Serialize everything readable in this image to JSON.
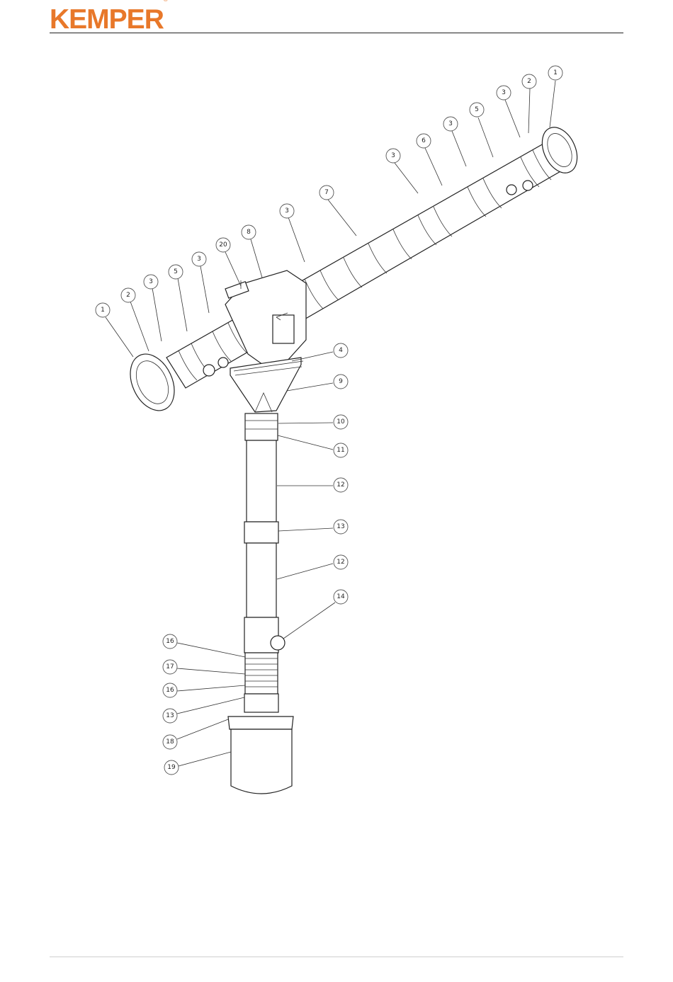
{
  "header": {
    "brand": "KEMPER",
    "registered_mark": "®"
  },
  "diagram": {
    "callouts": [
      {
        "id": "c1",
        "label": "1"
      },
      {
        "id": "c2",
        "label": "2"
      },
      {
        "id": "c3",
        "label": "3"
      },
      {
        "id": "c4",
        "label": "5"
      },
      {
        "id": "c5",
        "label": "3"
      },
      {
        "id": "c6",
        "label": "20"
      },
      {
        "id": "c7",
        "label": "8"
      },
      {
        "id": "c8",
        "label": "3"
      },
      {
        "id": "c9",
        "label": "7"
      },
      {
        "id": "c10",
        "label": "3"
      },
      {
        "id": "c11",
        "label": "6"
      },
      {
        "id": "c12",
        "label": "3"
      },
      {
        "id": "c13",
        "label": "5"
      },
      {
        "id": "c14",
        "label": "3"
      },
      {
        "id": "c15",
        "label": "2"
      },
      {
        "id": "c16",
        "label": "1"
      },
      {
        "id": "c17",
        "label": "4"
      },
      {
        "id": "c18",
        "label": "9"
      },
      {
        "id": "c19",
        "label": "10"
      },
      {
        "id": "c20",
        "label": "11"
      },
      {
        "id": "c21",
        "label": "12"
      },
      {
        "id": "c22",
        "label": "13"
      },
      {
        "id": "c23",
        "label": "12"
      },
      {
        "id": "c24",
        "label": "14"
      },
      {
        "id": "c25",
        "label": "16"
      },
      {
        "id": "c26",
        "label": "17"
      },
      {
        "id": "c27",
        "label": "16"
      },
      {
        "id": "c28",
        "label": "13"
      },
      {
        "id": "c29",
        "label": "18"
      },
      {
        "id": "c30",
        "label": "19"
      }
    ]
  }
}
